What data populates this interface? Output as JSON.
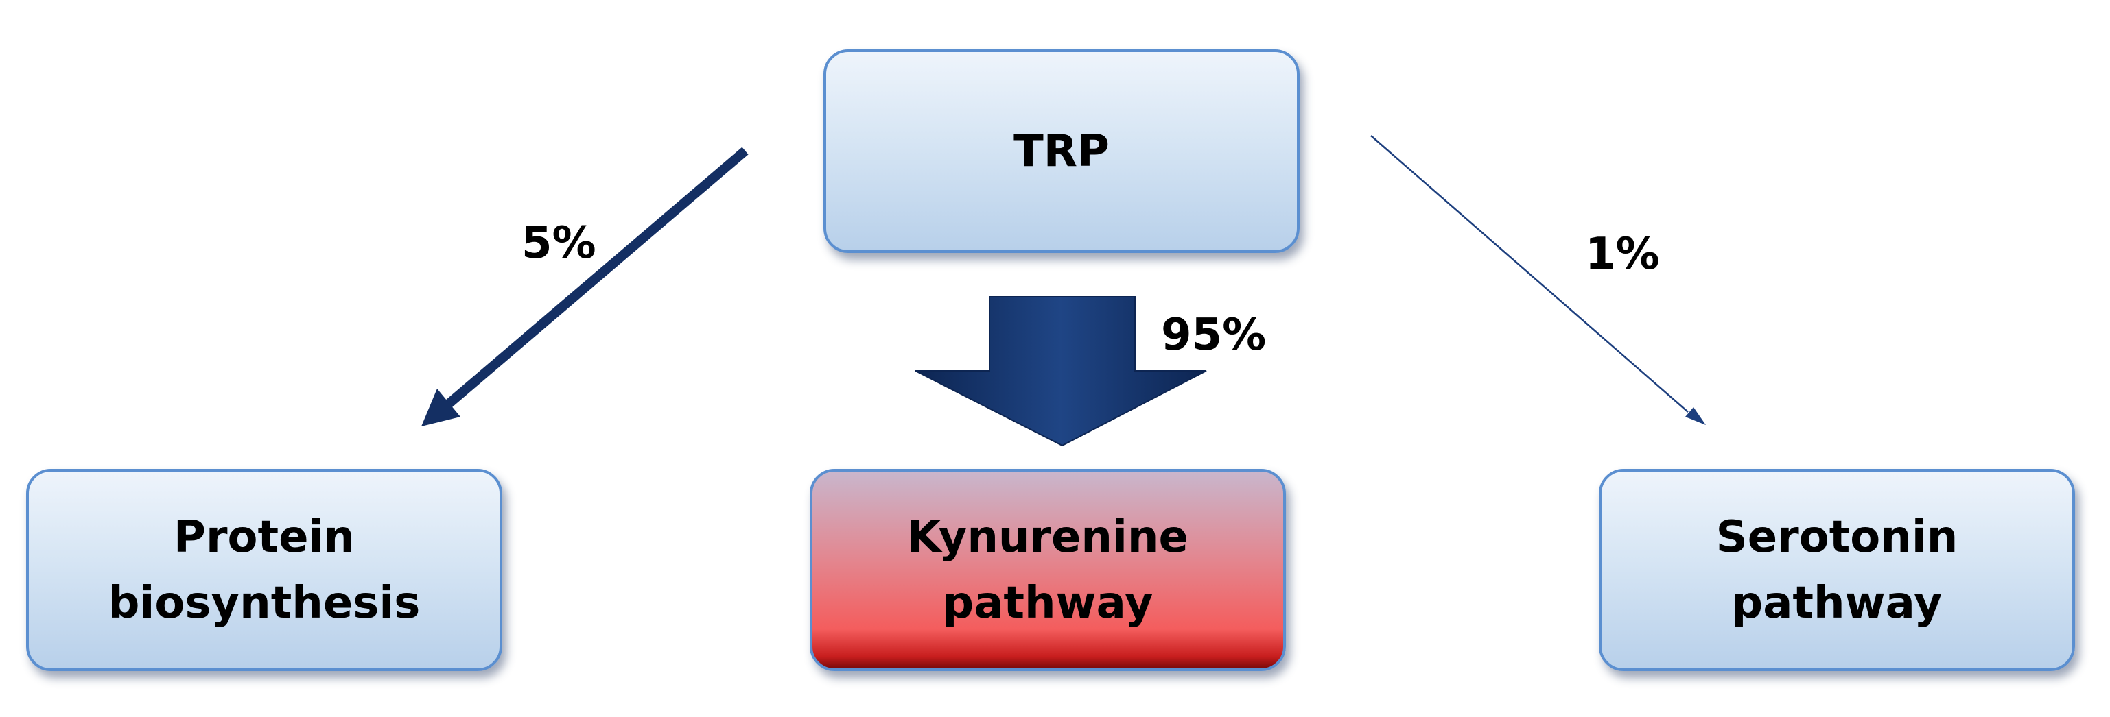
{
  "nodes": {
    "source": {
      "lines": [
        "TRP"
      ]
    },
    "protein": {
      "lines": [
        "Protein",
        "biosynthesis"
      ]
    },
    "kynurenine": {
      "lines": [
        "Kynurenine",
        "pathway"
      ]
    },
    "serotonin": {
      "lines": [
        "Serotonin",
        "pathway"
      ]
    }
  },
  "edges": {
    "to_protein": {
      "label": "5%"
    },
    "to_kynurenine": {
      "label": "95%"
    },
    "to_serotonin": {
      "label": "1%"
    }
  },
  "colors": {
    "arrow": "#142f63",
    "box_border": "#5b8fd0",
    "highlight": "#f45d5d"
  }
}
